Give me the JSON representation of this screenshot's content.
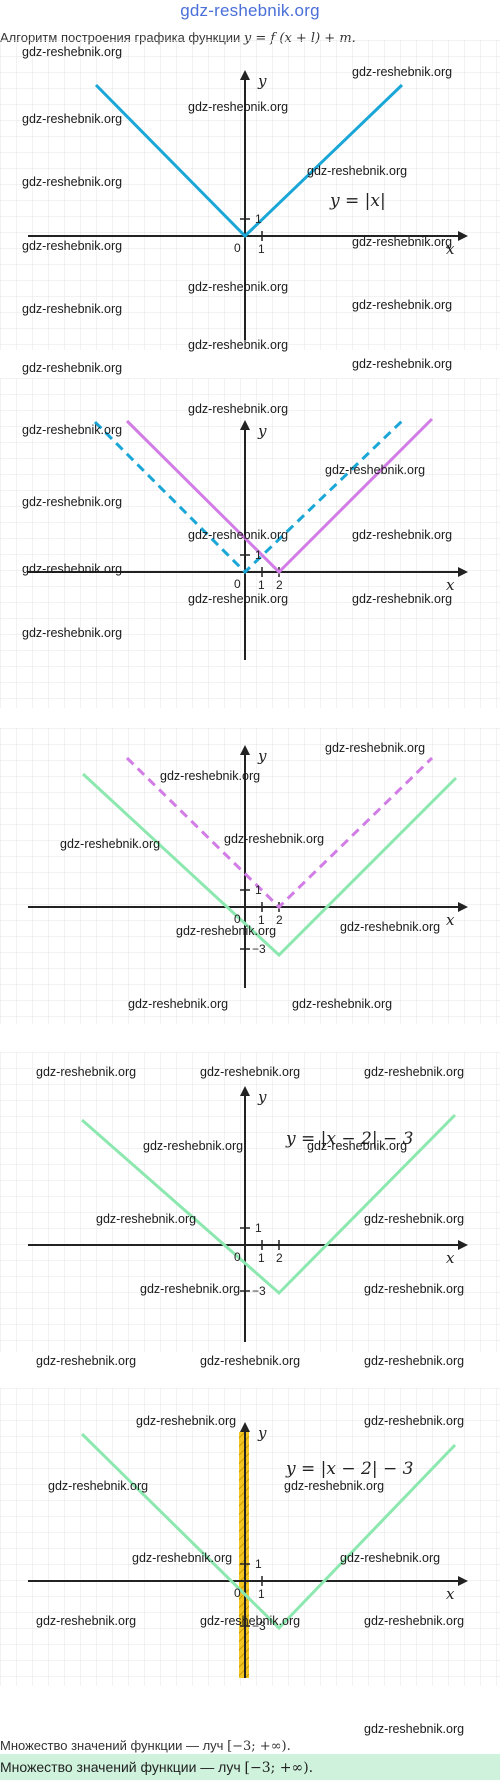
{
  "site_title": "gdz-reshebnik.org",
  "intro_text": "Алгоритм построения графика функции ",
  "intro_formula": "y = f (x + l) + m.",
  "axis_labels": {
    "x": "x",
    "y": "y"
  },
  "tick_labels": {
    "origin": "0",
    "one": "1",
    "two": "2",
    "minus_three": "−3"
  },
  "formulas": {
    "f1": "y = |x|",
    "f2": "y = |x − 2| − 3"
  },
  "watermark": "gdz-reshebnik.org",
  "colors": {
    "blue": "#1aa7d8",
    "violet": "#d27de6",
    "green": "#8de8b0",
    "yellow": "#f3c520",
    "grid": "#e6e6e6",
    "answer_bg": "#cff2dc"
  },
  "answer_plain": "Множество значений функции — луч ",
  "answer_math": "[−3; +∞).",
  "answer_bold": "Множество значений функции — луч ",
  "answer_bold_math": "[−3; +∞)."
}
